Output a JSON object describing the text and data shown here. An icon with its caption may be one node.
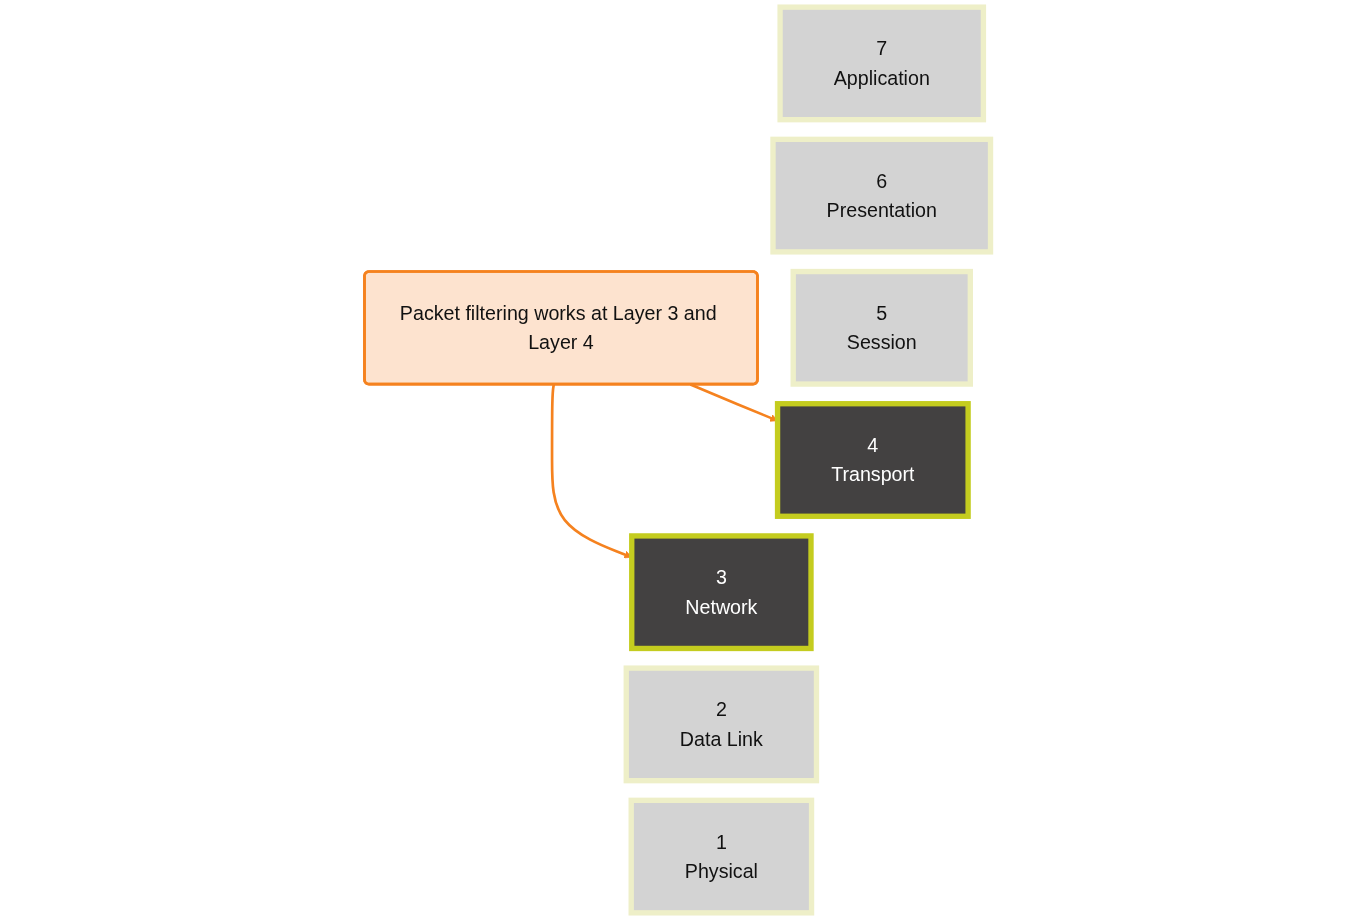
{
  "diagram": {
    "nodes": [
      {
        "text": [
          "Packet filtering works at Layer 3 and Layer 4"
        ]
      },
      {
        "text": [
          "7",
          "Application"
        ]
      },
      {
        "text": [
          "6",
          "Presentation"
        ]
      },
      {
        "text": [
          "5",
          "Session"
        ]
      },
      {
        "text": [
          "4",
          "Transport"
        ]
      },
      {
        "text": [
          "3",
          "Network"
        ]
      },
      {
        "text": [
          "2",
          "Data Link"
        ]
      },
      {
        "text": [
          "1",
          "Physical"
        ]
      }
    ],
    "edges": [
      {
        "from": 0,
        "to": 4,
        "arrow": "to",
        "color": "#f5821f"
      },
      {
        "from": 0,
        "to": 5,
        "arrow": "to",
        "color": "#f5821f"
      }
    ]
  }
}
